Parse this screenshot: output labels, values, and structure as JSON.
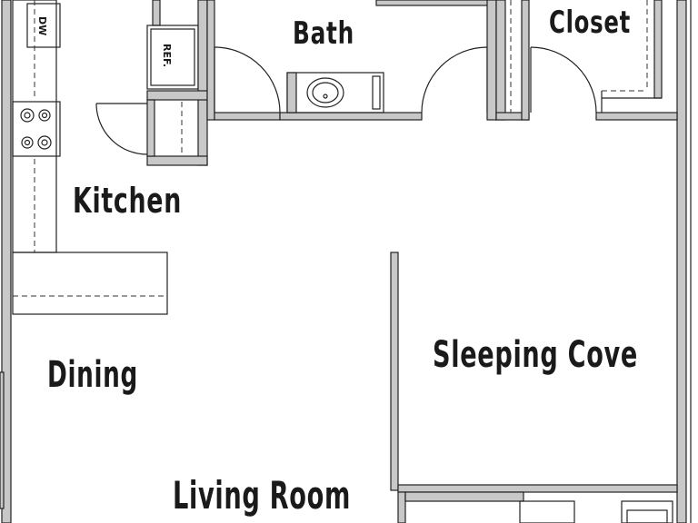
{
  "rooms": {
    "bath": "Bath",
    "closet": "Closet",
    "kitchen": "Kitchen",
    "dining": "Dining",
    "sleeping_cove": "Sleeping Cove",
    "living_room": "Living Room"
  },
  "fixtures": {
    "dishwasher": "DW",
    "refrigerator": "REF."
  },
  "colors": {
    "wall_fill": "#c8c8c8",
    "line": "#222222",
    "background": "#ffffff"
  }
}
